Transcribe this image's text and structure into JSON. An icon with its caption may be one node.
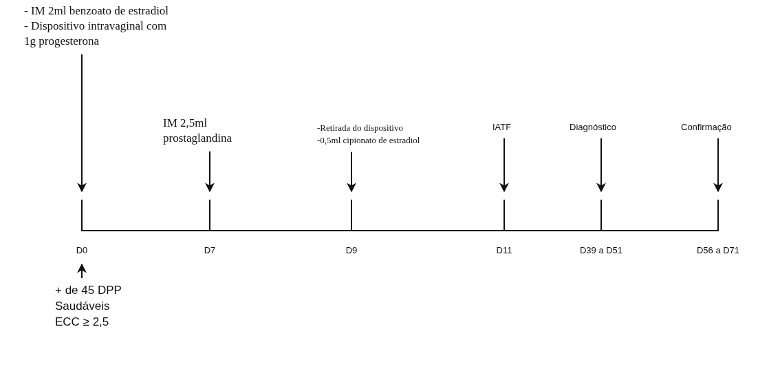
{
  "diagram": {
    "nodes": [
      {
        "text": [
          "- IM 2ml benzoato de estradiol",
          "- Dispositivo intravaginal com 1g progesterona"
        ]
      },
      {
        "text": [
          "IM 2,5ml prostaglandina"
        ]
      },
      {
        "text": [
          "-Retirada do dispositivo",
          "-0,5ml cipionato de estradiol"
        ]
      },
      {
        "text": [
          "IATF"
        ]
      },
      {
        "text": [
          "Diagnóstico"
        ]
      },
      {
        "text": [
          "Confirmação"
        ]
      },
      {
        "text": [
          "D0"
        ]
      },
      {
        "text": [
          "D7"
        ]
      },
      {
        "text": [
          "D9"
        ]
      },
      {
        "text": [
          "D11"
        ]
      },
      {
        "text": [
          "D39 a D51"
        ]
      },
      {
        "text": [
          "D56 a D71"
        ]
      },
      {
        "text": [
          "+ de 45 DPP",
          "Saudáveis",
          "ECC ≥ 2,5"
        ]
      }
    ],
    "edges": [
      {
        "from": 0,
        "to": 6,
        "arrow": "to"
      },
      {
        "from": 1,
        "to": 7,
        "arrow": "to"
      },
      {
        "from": 2,
        "to": 8,
        "arrow": "to"
      },
      {
        "from": 3,
        "to": 9,
        "arrow": "to"
      },
      {
        "from": 4,
        "to": 10,
        "arrow": "to"
      },
      {
        "from": 5,
        "to": 11,
        "arrow": "to"
      },
      {
        "from": 12,
        "to": 6,
        "arrow": "to"
      }
    ]
  }
}
